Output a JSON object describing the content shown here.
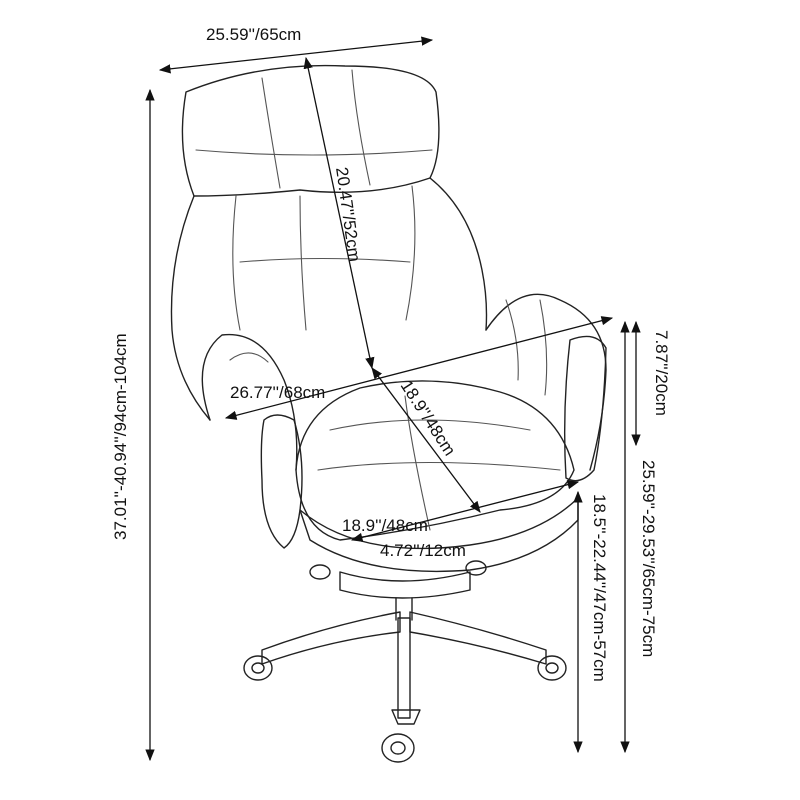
{
  "dimensions": {
    "overall_width": "25.59''/65cm",
    "backrest_height": "20.47''/52cm",
    "armrest_span": "26.77''/68cm",
    "seat_depth": "18.9''/48cm",
    "seat_width": "18.9''/48cm",
    "cushion_thickness": "4.72''/12cm",
    "armrest_height": "7.87''/20cm",
    "seat_height": "18.5''-22.44''/47cm-57cm",
    "arm_height_from_floor": "25.59''-29.53''/65cm-75cm",
    "overall_height": "37.01''-40.94''/94cm-104cm"
  },
  "colors": {
    "line": "#222222",
    "text": "#111111",
    "background": "#ffffff"
  }
}
